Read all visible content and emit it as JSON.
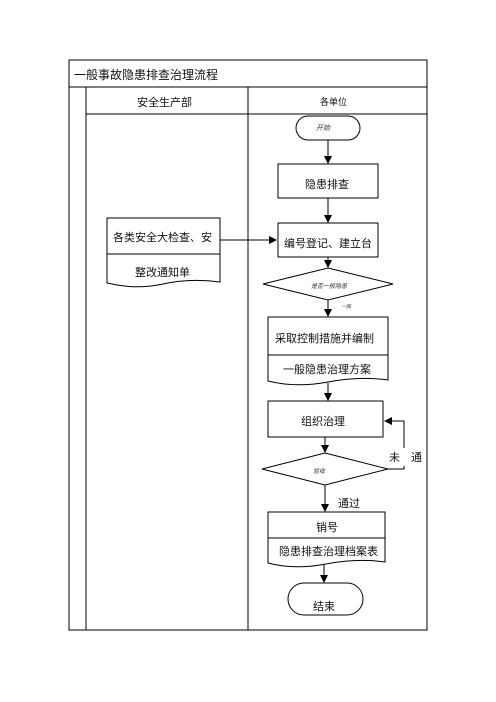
{
  "title": "一般事故隐患排查治理流程",
  "columns": {
    "left_header": "安全生产部",
    "right_header": "各单位"
  },
  "nodes": {
    "start": "开始",
    "hazard_check": "隐患排查",
    "source_top": "各类安全大检查、安",
    "source_bottom": "整改通知单",
    "register": "编号登记、建立台",
    "decision1": "是否一般隐患",
    "decision1_note": "一般",
    "measures": "采取控制措施并编制",
    "measures_doc": "一般隐患治理方案",
    "organize": "组织治理",
    "decision2": "验收",
    "fail_label": "未　通",
    "pass_label": "通过",
    "cancel_top": "销号",
    "cancel_doc": "隐患排查治理档案表",
    "end": "结束"
  }
}
